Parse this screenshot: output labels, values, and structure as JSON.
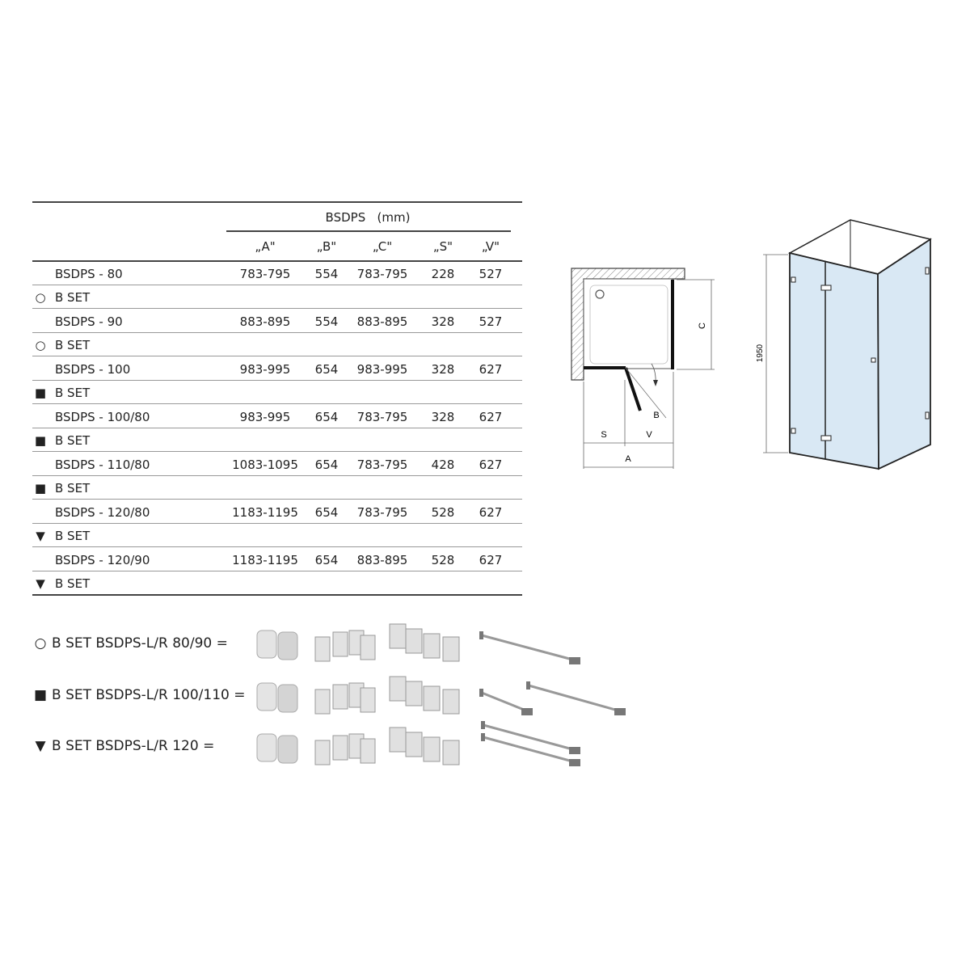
{
  "table": {
    "group_header": "BSDPS   (mm)",
    "columns": [
      "„A\"",
      "„B\"",
      "„C\"",
      "„S\"",
      "„V\""
    ],
    "rows": [
      {
        "model": "BSDPS - 80",
        "values": [
          "783-795",
          "554",
          "783-795",
          "228",
          "527"
        ],
        "set_symbol": "○",
        "set_label": "B SET"
      },
      {
        "model": "BSDPS - 90",
        "values": [
          "883-895",
          "554",
          "883-895",
          "328",
          "527"
        ],
        "set_symbol": "○",
        "set_label": "B SET"
      },
      {
        "model": "BSDPS - 100",
        "values": [
          "983-995",
          "654",
          "983-995",
          "328",
          "627"
        ],
        "set_symbol": "■",
        "set_label": "B SET"
      },
      {
        "model": "BSDPS - 100/80",
        "values": [
          "983-995",
          "654",
          "783-795",
          "328",
          "627"
        ],
        "set_symbol": "■",
        "set_label": "B SET"
      },
      {
        "model": "BSDPS - 110/80",
        "values": [
          "1083-1095",
          "654",
          "783-795",
          "428",
          "627"
        ],
        "set_symbol": "■",
        "set_label": "B SET"
      },
      {
        "model": "BSDPS - 120/80",
        "values": [
          "1183-1195",
          "654",
          "783-795",
          "528",
          "627"
        ],
        "set_symbol": "▼",
        "set_label": "B SET"
      },
      {
        "model": "BSDPS - 120/90",
        "values": [
          "1183-1195",
          "654",
          "883-895",
          "528",
          "627"
        ],
        "set_symbol": "▼",
        "set_label": "B SET"
      }
    ]
  },
  "plan_diagram": {
    "labels": {
      "c": "C",
      "s": "S",
      "v": "V",
      "a": "A",
      "b": "B"
    }
  },
  "perspective_diagram": {
    "height_label": "1950",
    "glass_color": "#d9e8f4"
  },
  "kits": [
    {
      "symbol": "○",
      "label": "B SET BSDPS-L/R 80/90 ="
    },
    {
      "symbol": "■",
      "label": "B SET BSDPS-L/R 100/110 ="
    },
    {
      "symbol": "▼",
      "label": "B SET BSDPS-L/R 120 ="
    }
  ]
}
